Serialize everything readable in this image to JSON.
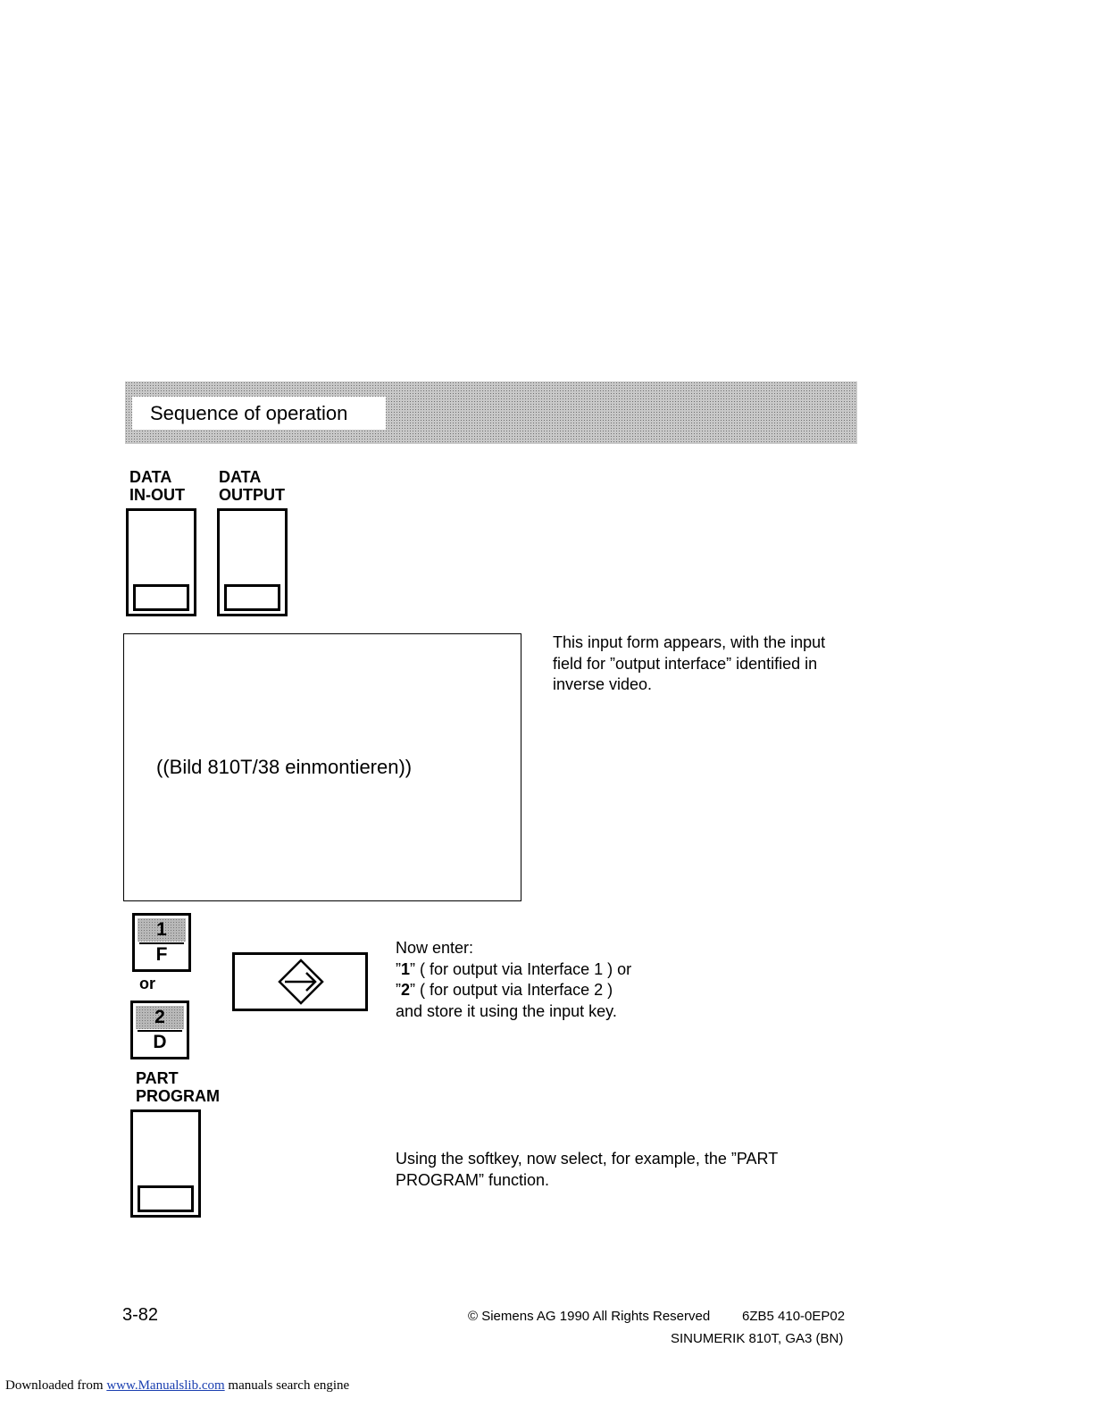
{
  "section": {
    "title": "Sequence of operation"
  },
  "softkeys": {
    "data_in_out": {
      "line1": "DATA",
      "line2": "IN-OUT"
    },
    "data_output": {
      "line1": "DATA",
      "line2": "OUTPUT"
    },
    "part_program": {
      "line1": "PART",
      "line2": "PROGRAM"
    }
  },
  "screen": {
    "caption": "((Bild  810T/38 einmontieren))"
  },
  "description_form": {
    "line1": "This input form appears, with the input",
    "line2": "field for ”output  interface” identified in",
    "line3": "inverse video."
  },
  "keys": {
    "key1": {
      "top": "1",
      "bottom": "F"
    },
    "or": "or",
    "key2": {
      "top": "2",
      "bottom": "D"
    }
  },
  "description_enter": {
    "line1": "Now enter:",
    "l2_open": "”",
    "l2_bold": "1",
    "l2_rest": "” ( for output via Interface 1 )  or",
    "l3_open": "”",
    "l3_bold": "2",
    "l3_rest": "” ( for output via Interface 2 )",
    "line4": "and store it using the input key."
  },
  "description_softkey": {
    "line1": "Using the softkey, now select, for example, the ”PART",
    "line2": "PROGRAM” function."
  },
  "footer": {
    "page_number": "3-82",
    "copyright": "© Siemens AG 1990 All Rights Reserved",
    "order_number": "6ZB5 410-0EP02",
    "product": "SINUMERIK 810T, GA3 (BN)"
  },
  "watermark": {
    "prefix": "Downloaded from ",
    "link": "www.Manualslib.com",
    "suffix": "  manuals search engine"
  }
}
